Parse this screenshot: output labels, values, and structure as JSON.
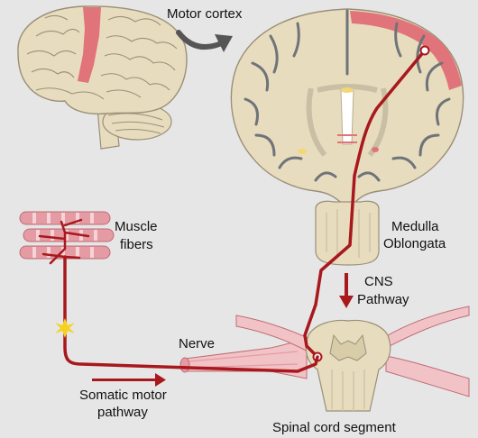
{
  "labels": {
    "motor_cortex": "Motor cortex",
    "muscle_line1": "Muscle",
    "muscle_line2": "fibers",
    "medulla_line1": "Medulla",
    "medulla_line2": "Oblongata",
    "cns_line1": "CNS",
    "cns_line2": "Pathway",
    "nerve": "Nerve",
    "somatic_line1": "Somatic motor",
    "somatic_line2": "pathway",
    "spinal_cord": "Spinal cord segment"
  },
  "colors": {
    "background": "#e6e6e6",
    "tissue": "#e8dcbf",
    "outline": "#9a8f77",
    "pathway": "#a8181d",
    "motor_highlight": "#e0747a",
    "arrow": "#555555",
    "muscle": "#e59ba3",
    "spark": "#f4d21f"
  },
  "icons": {
    "cortex_arrow": "curved-arrow-icon",
    "cns_arrow": "arrow-down-icon",
    "somatic_arrow": "arrow-right-icon",
    "synapse": "spark-icon"
  }
}
